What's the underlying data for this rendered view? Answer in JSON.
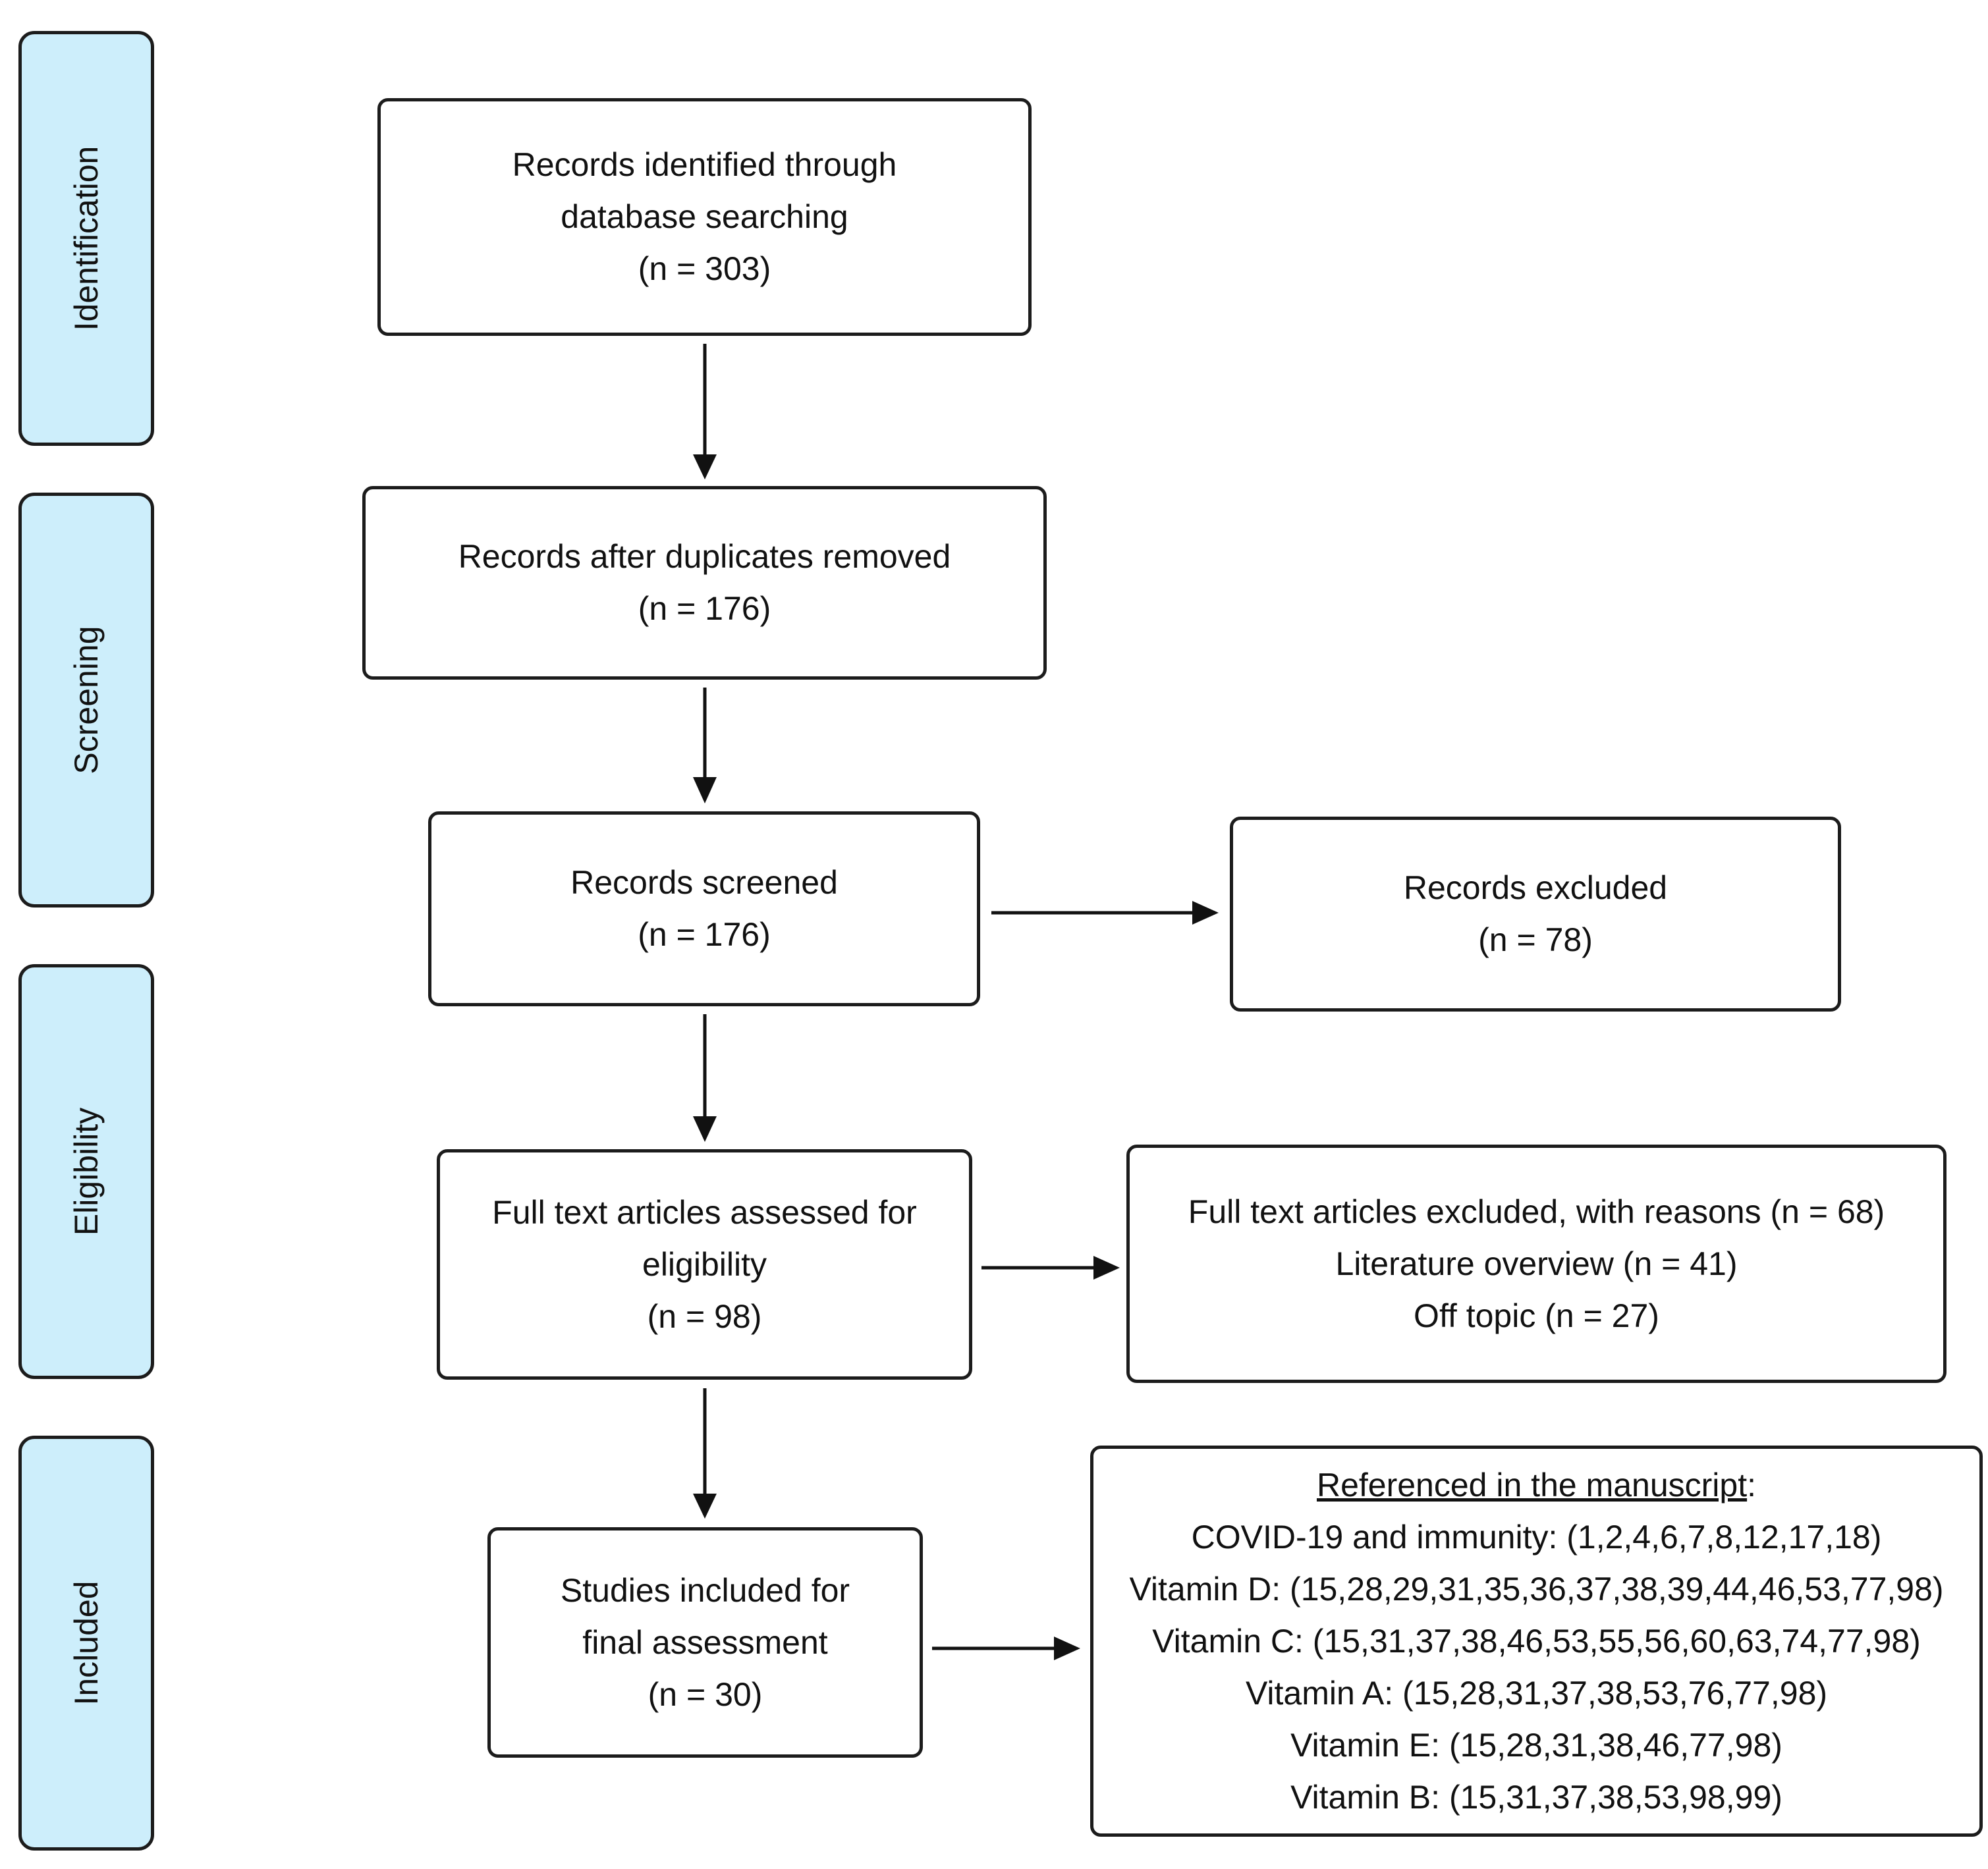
{
  "phases": {
    "identification": "Identification",
    "screening": "Screening",
    "eligibility": "Eligibility",
    "included": "Included"
  },
  "boxes": {
    "identified": {
      "lines": [
        "Records identified through",
        "database searching",
        "(n = 303)"
      ]
    },
    "duplicates_removed": {
      "lines": [
        "Records after duplicates removed",
        "(n = 176)"
      ]
    },
    "screened": {
      "lines": [
        "Records screened",
        "(n = 176)"
      ]
    },
    "excluded": {
      "lines": [
        "Records excluded",
        "(n = 78)"
      ]
    },
    "full_text_assessed": {
      "lines": [
        "Full text articles assessed for",
        "eligibility",
        "(n = 98)"
      ]
    },
    "full_text_excluded": {
      "lines": [
        "Full text articles excluded, with reasons (n = 68)",
        "Literature overview (n = 41)",
        "Off topic (n = 27)"
      ]
    },
    "included_final": {
      "lines": [
        "Studies included for",
        "final assessment",
        "(n = 30)"
      ]
    },
    "references": {
      "heading": "Referenced in the manuscript",
      "heading_suffix": ":",
      "lines": [
        "COVID-19 and immunity: (1,2,4,6,7,8,12,17,18)",
        "Vitamin D: (15,28,29,31,35,36,37,38,39,44,46,53,77,98)",
        "Vitamin C: (15,31,37,38,46,53,55,56,60,63,74,77,98)",
        "Vitamin A: (15,28,31,37,38,53,76,77,98)",
        "Vitamin E: (15,28,31,38,46,77,98)",
        "Vitamin B: (15,31,37,38,53,98,99)"
      ]
    }
  }
}
